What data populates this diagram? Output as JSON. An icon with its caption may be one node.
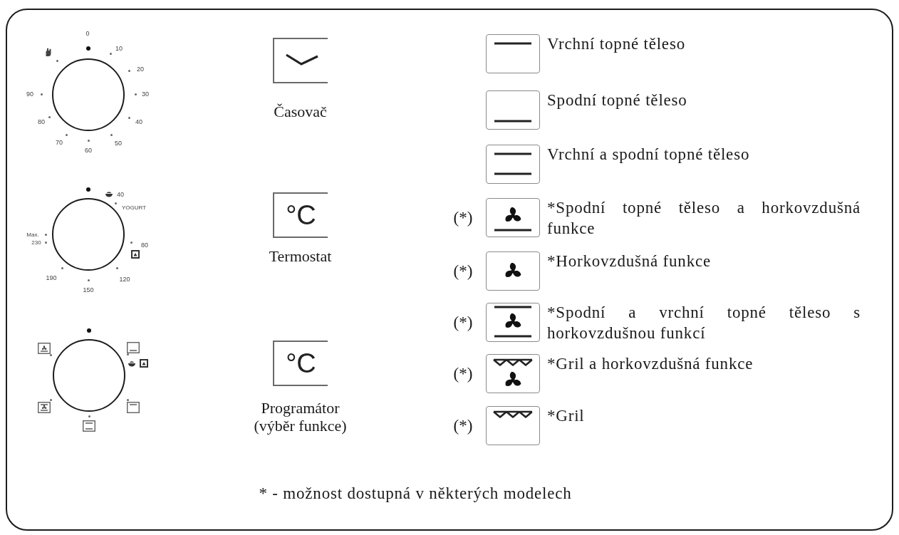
{
  "diagram": {
    "nodes": [
      {
        "text": [],
        "shape": "circle",
        "beside": [
          "0",
          "10",
          "20",
          "30",
          "40",
          "50",
          "60",
          "70",
          "80",
          "90"
        ]
      },
      {
        "text": [],
        "shape": "circle",
        "beside": [
          "40",
          "YOGURT",
          "80",
          "120",
          "150",
          "190",
          "230",
          "Max."
        ]
      },
      {
        "text": [],
        "shape": "circle"
      },
      {
        "text": [],
        "shape": "box",
        "beside": [
          "Časovač"
        ]
      },
      {
        "text": [
          "°C"
        ],
        "beside": [
          "Termostat"
        ]
      },
      {
        "text": [
          "°C"
        ],
        "beside": [
          "Programátor (výběr funkce)"
        ]
      },
      {
        "text": [],
        "shape": "box",
        "beside": [
          "Vrchní topné těleso"
        ]
      },
      {
        "text": [],
        "shape": "box",
        "beside": [
          "Spodní topné těleso"
        ]
      },
      {
        "text": [],
        "shape": "box",
        "beside": [
          "Vrchní a spodní topné těleso"
        ]
      },
      {
        "text": [],
        "shape": "box",
        "beside": [
          "(*)",
          "*Spodní topné těleso a horkovzdušná funkce"
        ]
      },
      {
        "text": [],
        "shape": "box",
        "beside": [
          "(*)",
          "*Horkovzdušná funkce"
        ]
      },
      {
        "text": [],
        "shape": "box",
        "beside": [
          "(*)",
          "*Spodní a vrchní topné těleso s horkovzdušnou funkcí"
        ]
      },
      {
        "text": [],
        "shape": "box",
        "beside": [
          "(*)",
          "*Gril a horkovzdušná funkce"
        ]
      },
      {
        "text": [],
        "shape": "box",
        "beside": [
          "(*)",
          "*Gril"
        ]
      }
    ],
    "labels": [
      "* - možnost dostupná v některých modelech"
    ]
  }
}
